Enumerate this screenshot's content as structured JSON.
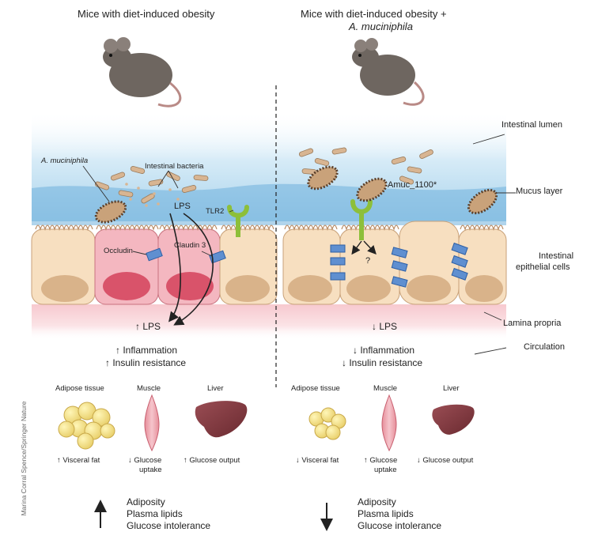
{
  "titles": {
    "left": "Mice with diet-induced obesity",
    "right_line1": "Mice with diet-induced obesity +",
    "right_line2": "A. muciniphila"
  },
  "layers": {
    "lumen": "Intestinal lumen",
    "mucus": "Mucus layer",
    "epithelial_line1": "Intestinal",
    "epithelial_line2": "epithelial cells",
    "lamina": "Lamina propria",
    "circulation": "Circulation"
  },
  "left_panel": {
    "akk": "A. muciniphila",
    "bacteria": "Intestinal bacteria",
    "lps": "LPS",
    "tlr2": "TLR2",
    "occludin": "Occludin",
    "claudin": "Claudin 3",
    "lps_up": "↑ LPS",
    "inflammation": "↑ Inflammation",
    "insulin": "↑ Insulin resistance",
    "adipose": "Adipose tissue",
    "muscle": "Muscle",
    "liver": "Liver",
    "visceral": "↑ Visceral fat",
    "glucose_uptake_1": "↓ Glucose",
    "glucose_uptake_2": "uptake",
    "glucose_output": "↑ Glucose output",
    "outcome_1": "Adiposity",
    "outcome_2": "Plasma lipids",
    "outcome_3": "Glucose intolerance"
  },
  "right_panel": {
    "amuc": "Amuc_1100*",
    "question": "?",
    "lps_down": "↓ LPS",
    "inflammation": "↓ Inflammation",
    "insulin": "↓ Insulin resistance",
    "adipose": "Adipose tissue",
    "muscle": "Muscle",
    "liver": "Liver",
    "visceral": "↓ Visceral fat",
    "glucose_uptake_1": "↑ Glucose",
    "glucose_uptake_2": "uptake",
    "glucose_output": "↓ Glucose output",
    "outcome_1": "Adiposity",
    "outcome_2": "Plasma lipids",
    "outcome_3": "Glucose intolerance"
  },
  "credit": "Marina Corral Spence/Springer Nature",
  "colors": {
    "lumen_blue": "#a9d3ec",
    "mucus_blue": "#5aa7d8",
    "cell_beige": "#f7dfc0",
    "inflamed_cell": "#f4b7c0",
    "nucleus": "#d9b38a",
    "inflamed_nucleus": "#d9536a",
    "lamina_pink": "#f7c9cf",
    "bacteria": "#d8b592",
    "tlr2_green": "#8dbf3a",
    "junction_blue": "#5f8fd0"
  }
}
